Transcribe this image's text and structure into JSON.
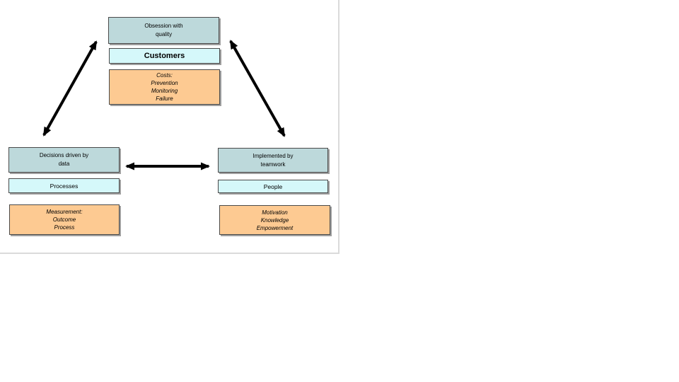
{
  "page": {
    "background": "#ffffff",
    "frame_border_color": "#dadada"
  },
  "colors": {
    "teal_fill": "#bdd9db",
    "cyan_fill": "#d5f8fa",
    "orange_fill": "#fdca92",
    "box_border": "#4a4a4a",
    "box_shadow": "#9f9f9f",
    "arrow": "#000000",
    "text": "#000000"
  },
  "clusters": [
    {
      "position": "top",
      "title": "Obsession with\nquality",
      "label": "Customers",
      "detail": "Costs:\nPrevention\nMonitoring\nFailure"
    },
    {
      "position": "left",
      "title": "Decisions driven by\ndata",
      "label": "Processes",
      "detail": "Measurement:\nOutcome\nProcess"
    },
    {
      "position": "right",
      "title": "Implemented by\nteamwork",
      "label": "People",
      "detail": "Motivation\nKnowledge\nEmpowerment"
    }
  ],
  "arrows": [
    {
      "name": "top-left-double-arrow",
      "type": "double-headed",
      "connects": "top cluster and left cluster"
    },
    {
      "name": "top-right-double-arrow",
      "type": "double-headed",
      "connects": "top cluster and right cluster"
    },
    {
      "name": "left-right-double-arrow",
      "type": "double-headed",
      "connects": "left cluster and right cluster"
    }
  ]
}
